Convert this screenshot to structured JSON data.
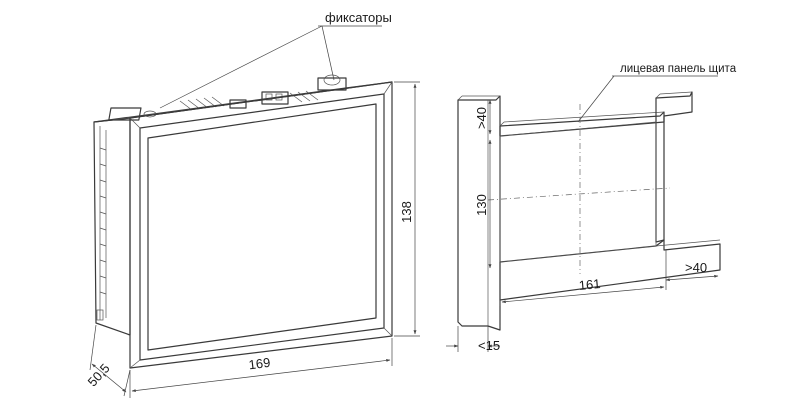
{
  "labels": {
    "fixators": "фиксаторы",
    "face_panel": "лицевая панель щита"
  },
  "dimensions": {
    "height": "138",
    "width": "169",
    "depth": "50,5",
    "top_gap": ">40",
    "cutout_height": "130",
    "cutout_width": "161",
    "side_gap": ">40",
    "panel_thickness": "<15"
  }
}
